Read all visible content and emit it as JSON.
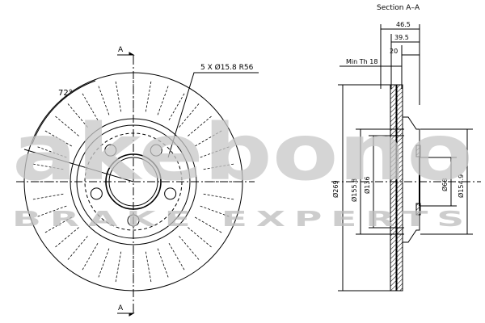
{
  "watermark": {
    "brand": "akebono",
    "tagline": "BRAKE EXPERTS"
  },
  "front_view": {
    "section_marker_top": "A",
    "section_marker_bottom": "A",
    "angle_label": "72°",
    "hole_callout": "5 X Ø15.8 R56",
    "bolt_hole_count": 5,
    "vent_count": 36
  },
  "section_view": {
    "title": "Section A–A",
    "min_thickness_label": "Min Th 18",
    "dim_46_5": "46.5",
    "dim_39_5": "39.5",
    "dim_20": "20",
    "dia_269": "Ø269",
    "dia_155_8": "Ø155.8",
    "dia_136": "Ø136",
    "dia_68": "Ø68",
    "dia_154_9": "Ø154.9"
  },
  "colors": {
    "line": "#000000",
    "watermark_fill": "#cfcfcf",
    "watermark_text": "#bdbdbd"
  }
}
